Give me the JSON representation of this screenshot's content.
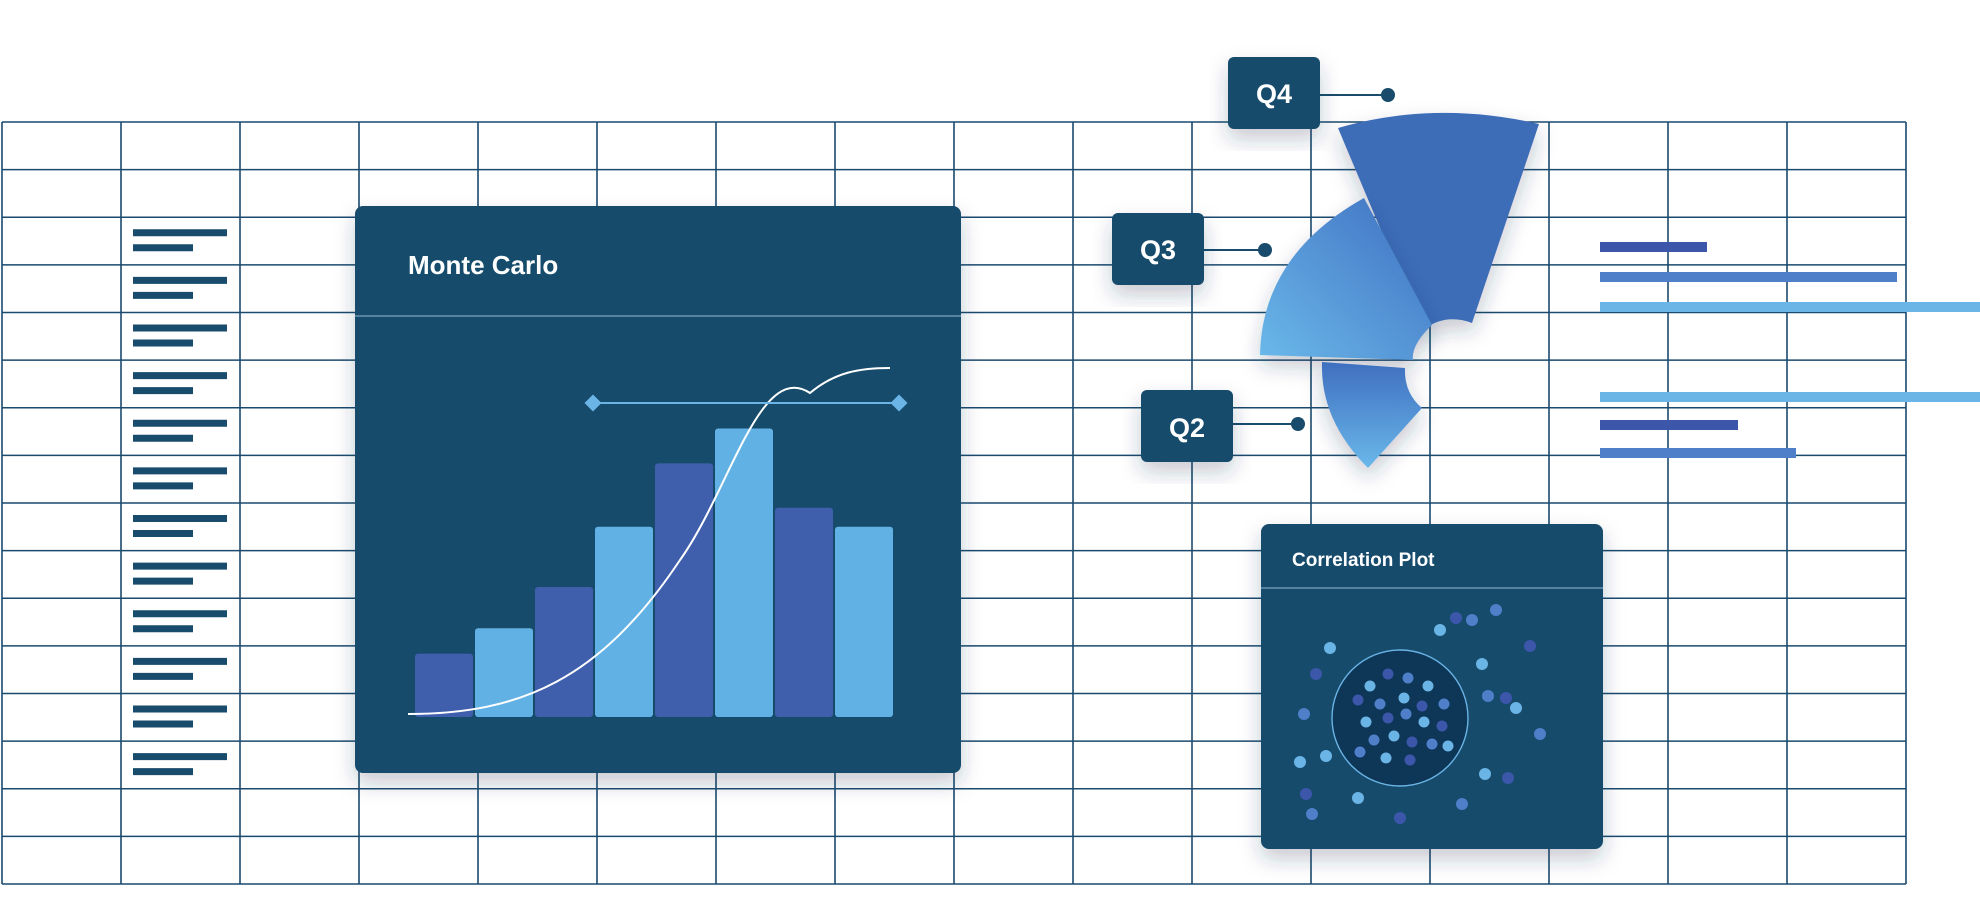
{
  "colors": {
    "navy": "#184b6c",
    "grid": "#1a4a6e",
    "bar_dark": "#3f5fad",
    "bar_light": "#62b1e4",
    "accent_light": "#6ab4e6",
    "accent_mid": "#4f7fc8",
    "accent_dark": "#3c56aa",
    "white": "#ffffff"
  },
  "monte_carlo": {
    "title": "Monte Carlo",
    "chart_data": {
      "type": "bar",
      "values": [
        2.0,
        2.8,
        4.1,
        6.0,
        8.0,
        9.1,
        6.6,
        6.0
      ],
      "ylim": [
        0,
        10
      ],
      "cumulative_curve": true,
      "range_marker": true
    }
  },
  "quarters": {
    "q4": {
      "label": "Q4",
      "share": 1.0
    },
    "q3": {
      "label": "Q3",
      "share": 0.78
    },
    "q2": {
      "label": "Q2",
      "share": 0.48
    }
  },
  "correlation_plot": {
    "title": "Correlation Plot"
  },
  "grid": {
    "columns": 16,
    "rows": 16
  }
}
